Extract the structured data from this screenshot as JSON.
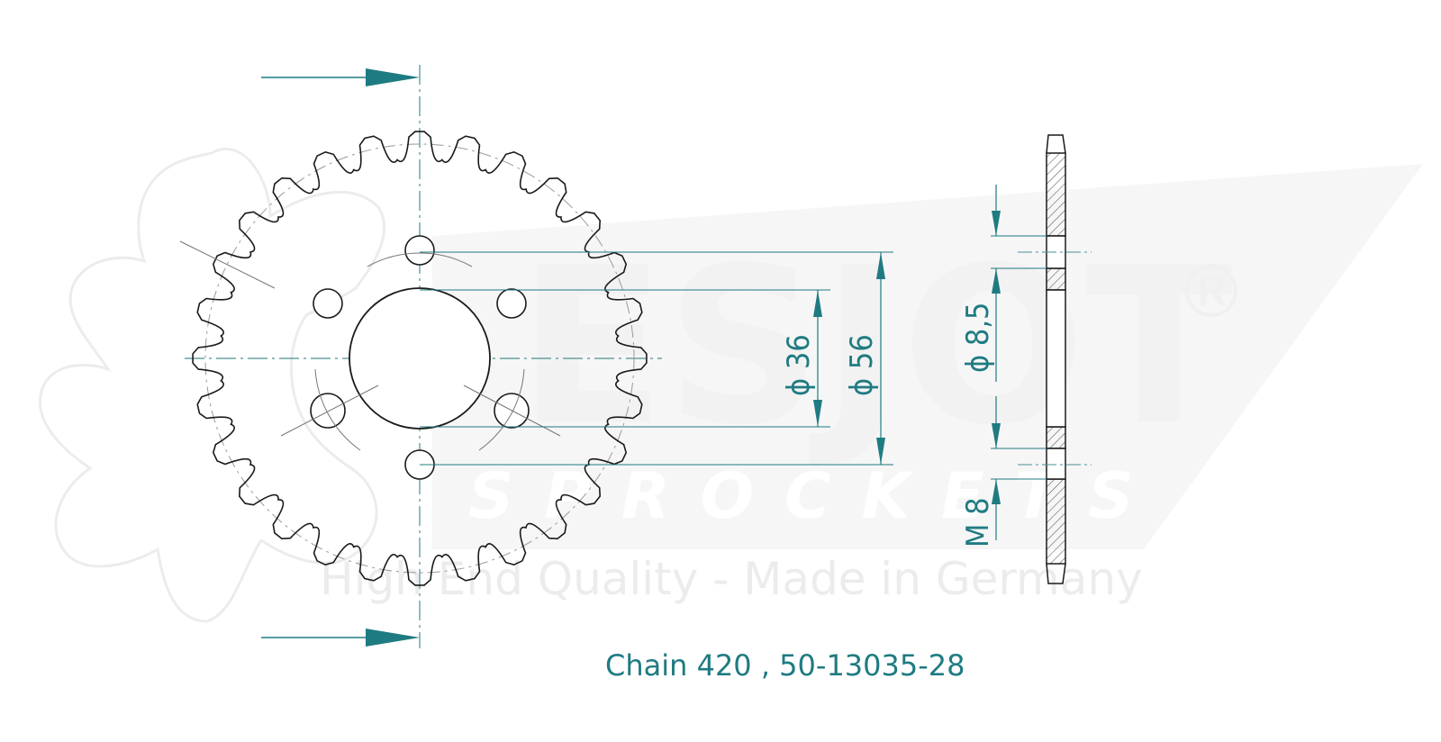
{
  "watermark": {
    "brand": "ESJOT",
    "registered": "®",
    "subbrand": "SPROCKETS",
    "tagline": "High End Quality - Made in Germany"
  },
  "dimensions": {
    "inner_circle_diameter": "ϕ 36",
    "bolt_circle_diameter": "ϕ 56",
    "hole_diameter": "ϕ 8,5",
    "thread": "M 8"
  },
  "caption": "Chain 420 , 50-13035-28",
  "colors": {
    "line": "#1a1a1a",
    "dimension": "#1f7b82",
    "watermark": "#f0f0f0"
  },
  "sprocket": {
    "teeth": 28
  }
}
